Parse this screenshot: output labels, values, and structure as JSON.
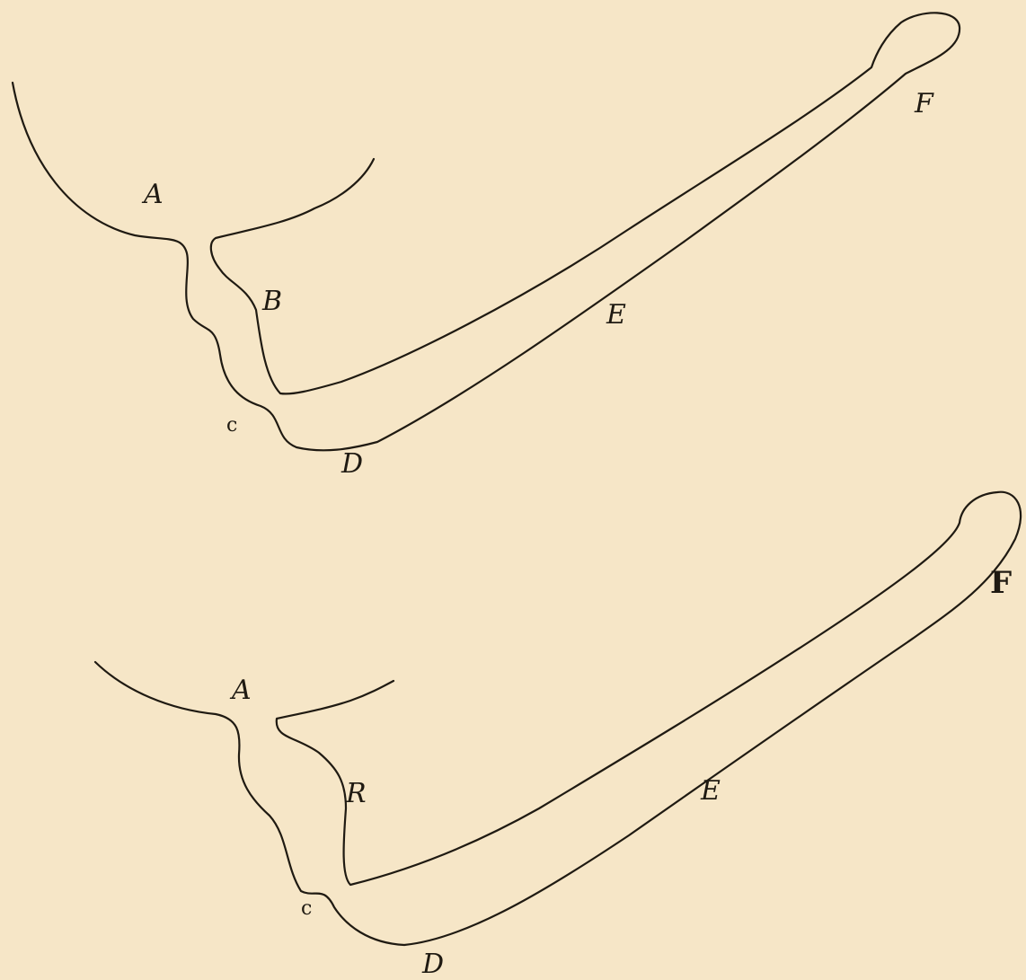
{
  "background_color": "#f6e6c7",
  "ink_color": "#1f1a12",
  "figures": [
    {
      "id": "upper",
      "labels": {
        "A": "A",
        "B": "B",
        "C": "c",
        "D": "D",
        "E": "E",
        "F": "F"
      }
    },
    {
      "id": "lower",
      "labels": {
        "A": "A",
        "B": "R",
        "C": "c",
        "D": "D",
        "E": "E",
        "F": "F"
      }
    }
  ]
}
